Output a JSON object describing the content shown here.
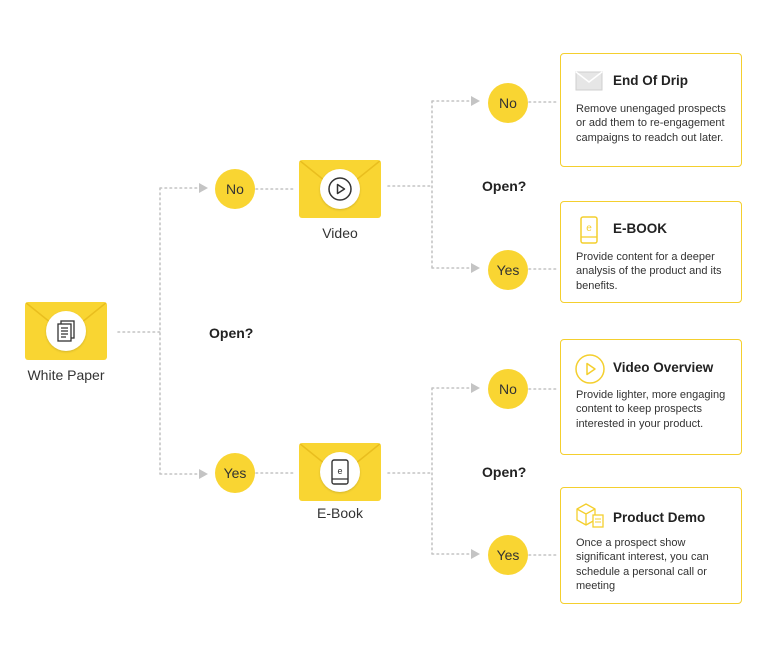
{
  "colors": {
    "accent": "#F9D532",
    "connector": "#C4C4C4",
    "card_border": "#F4CF2E"
  },
  "root": {
    "label": "White Paper",
    "icon": "document-icon"
  },
  "first_question": "Open?",
  "branches": {
    "no": {
      "answer": "No",
      "node": {
        "label": "Video",
        "icon": "play-icon"
      },
      "question": "Open?",
      "outcomes": {
        "no": {
          "answer": "No",
          "title": "End Of Drip",
          "icon": "envelope-icon",
          "description": "Remove unengaged prospects or add them to re-engagement campaigns to readch out later."
        },
        "yes": {
          "answer": "Yes",
          "title": "E-BOOK",
          "icon": "ebook-icon",
          "description": "Provide content for a deeper analysis of the product and its benefits."
        }
      }
    },
    "yes": {
      "answer": "Yes",
      "node": {
        "label": "E-Book",
        "icon": "ebook-icon"
      },
      "question": "Open?",
      "outcomes": {
        "no": {
          "answer": "No",
          "title": "Video Overview",
          "icon": "play-icon",
          "description": "Provide lighter, more engaging content to keep prospects interested in your product."
        },
        "yes": {
          "answer": "Yes",
          "title": "Product Demo",
          "icon": "boxes-icon",
          "description": "Once a prospect show significant interest, you can schedule a personal call or meeting"
        }
      }
    }
  }
}
